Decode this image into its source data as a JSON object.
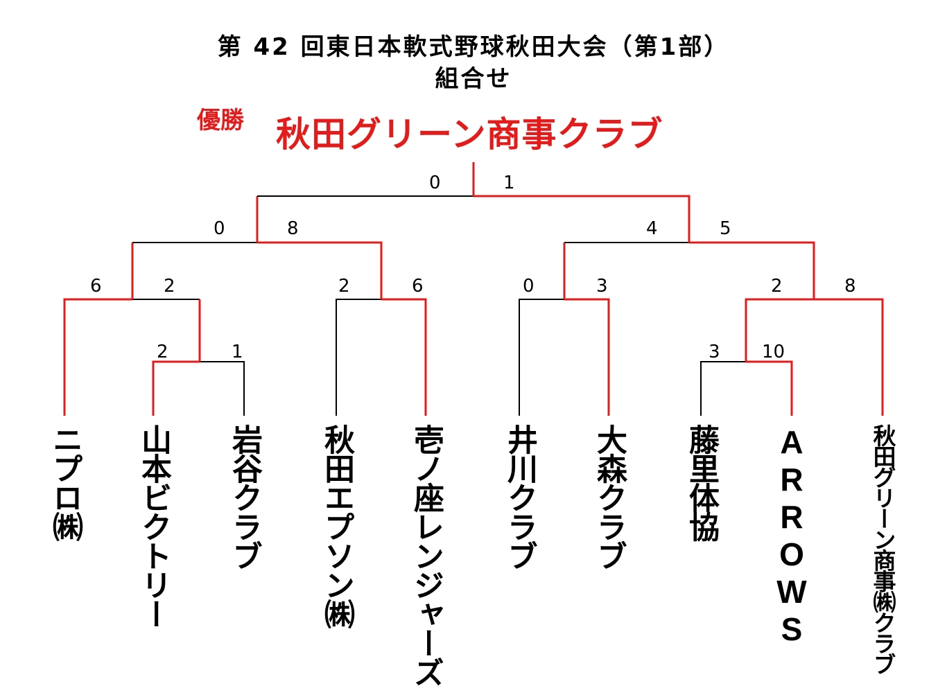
{
  "title": "第 42 回東日本軟式野球秋田大会（第1部）",
  "subtitle": "組合せ",
  "champion": {
    "label": "優勝",
    "name": "秋田グリーン商事クラブ"
  },
  "colors": {
    "winner_path": "#e41b1b",
    "normal_path": "#000000"
  },
  "teams": [
    "ニプロ㈱",
    "山本ビクトリー",
    "岩谷クラブ",
    "秋田エプソン㈱",
    "壱ノ座レンジャーズ",
    "井川クラブ",
    "大森クラブ",
    "藤里体協",
    "ARROWS",
    "秋田グリーン商事㈱クラブ"
  ],
  "matches": {
    "r1a": {
      "scores": [
        "2",
        "1"
      ]
    },
    "r1b": {
      "scores": [
        "3",
        "10"
      ]
    },
    "r2a": {
      "scores": [
        "6",
        "2"
      ]
    },
    "r2b": {
      "scores": [
        "2",
        "6"
      ]
    },
    "r2c": {
      "scores": [
        "0",
        "3"
      ]
    },
    "r2d": {
      "scores": [
        "2",
        "8"
      ]
    },
    "sf1": {
      "scores": [
        "0",
        "8"
      ]
    },
    "sf2": {
      "scores": [
        "4",
        "5"
      ]
    },
    "final": {
      "scores": [
        "0",
        "1"
      ]
    }
  }
}
